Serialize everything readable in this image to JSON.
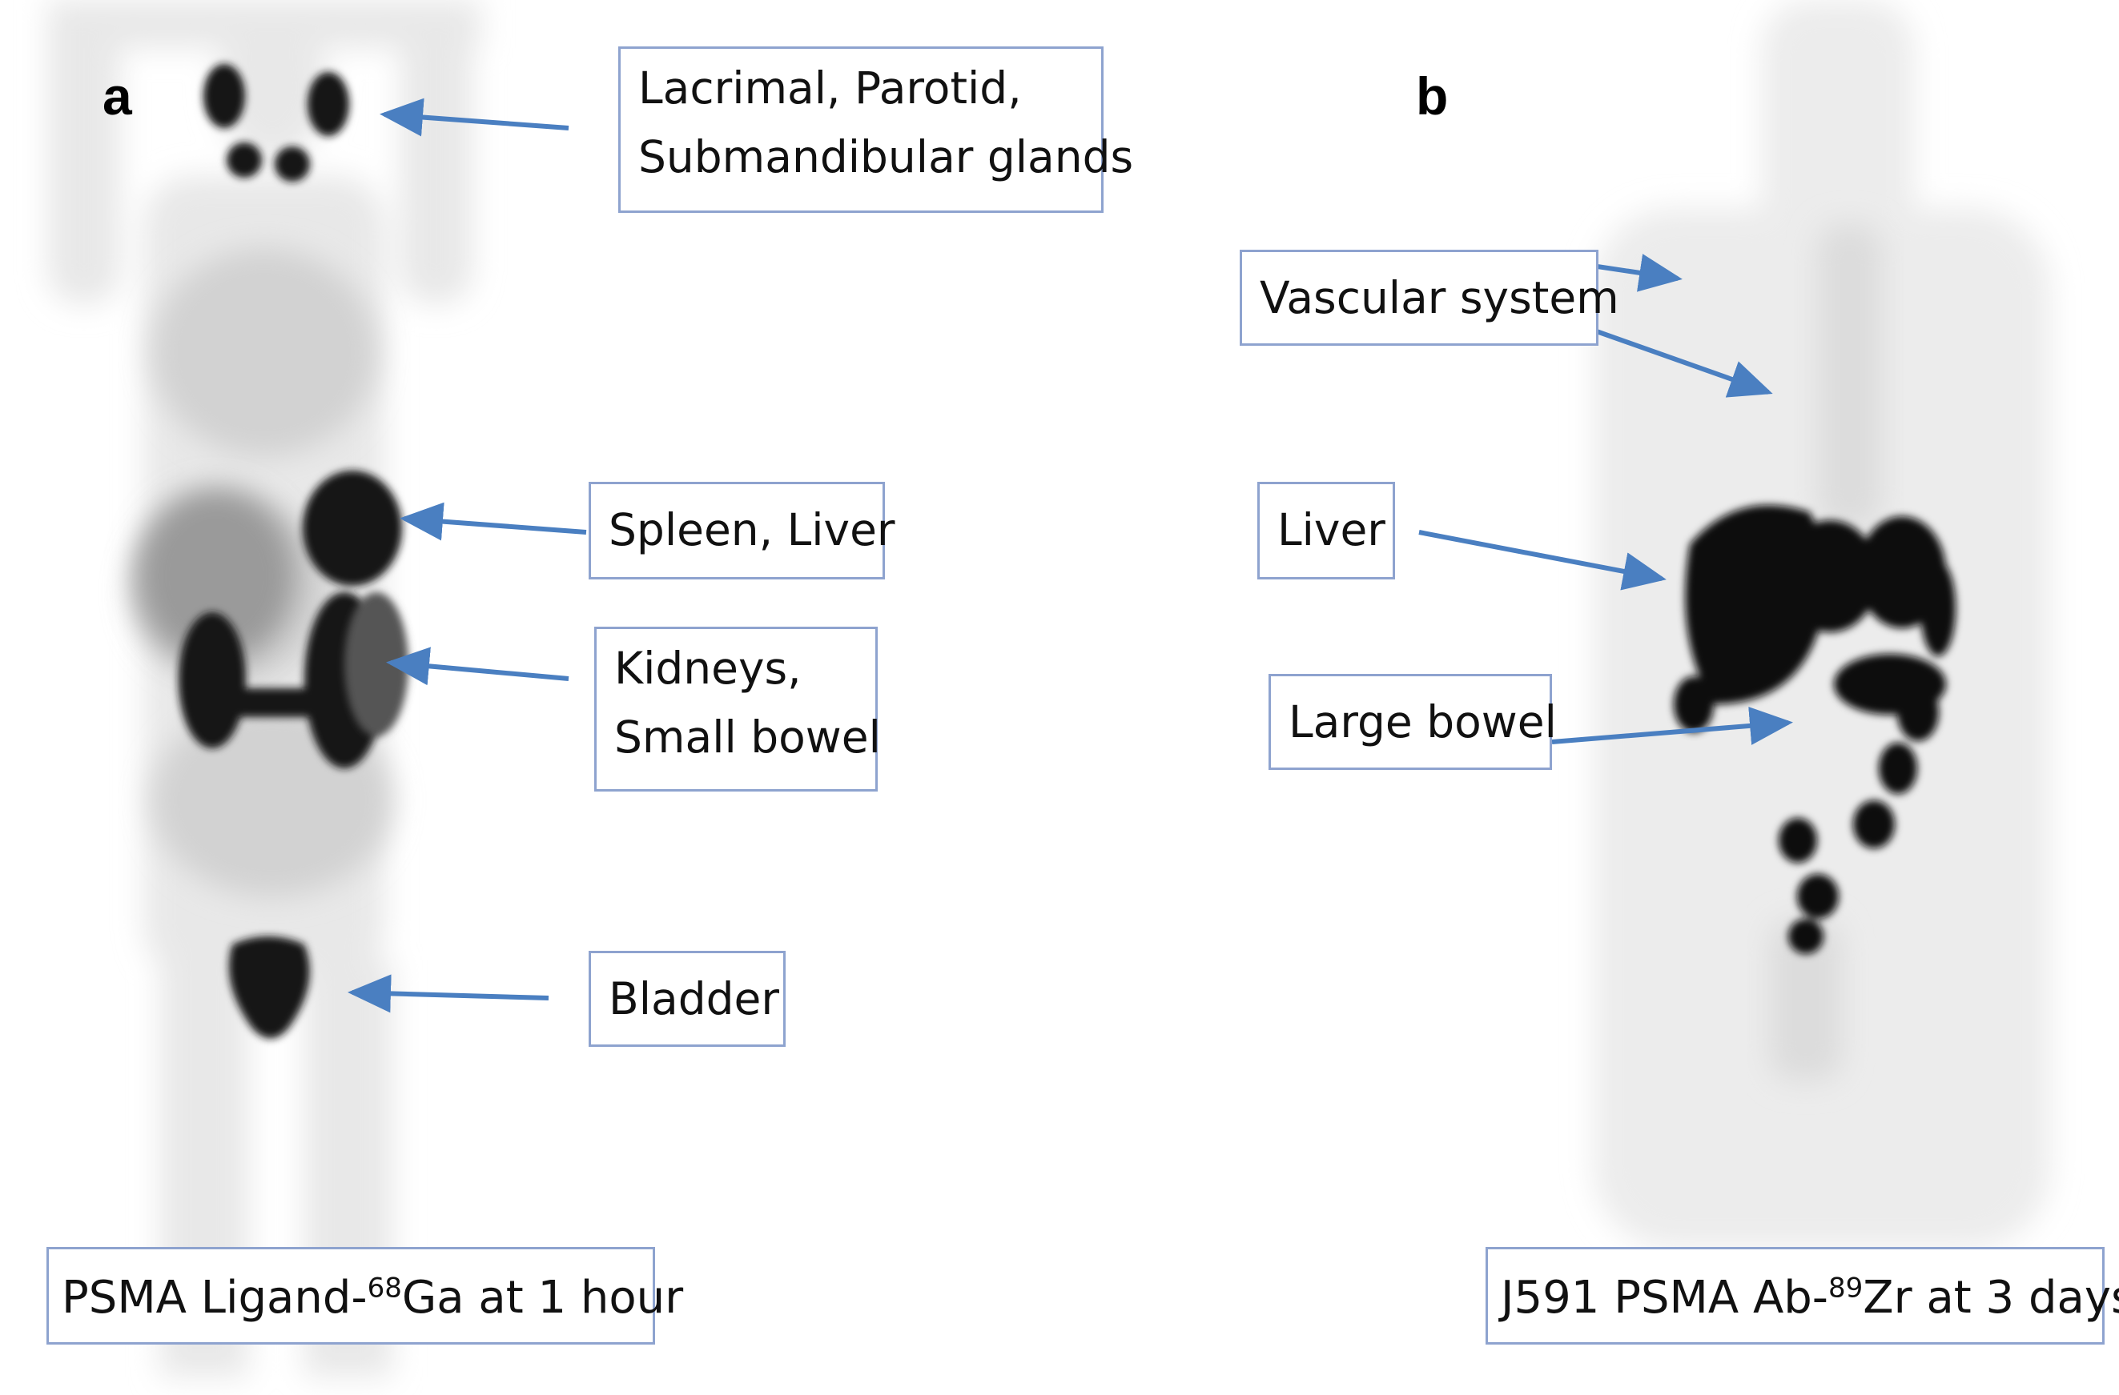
{
  "panel_a": {
    "letter": "a",
    "labels": {
      "glands_line1": "Lacrimal, Parotid,",
      "glands_line2": "Submandibular glands",
      "spleen_liver": "Spleen, Liver",
      "kidneys_line1": "Kidneys,",
      "kidneys_line2": "Small bowel",
      "bladder": "Bladder"
    },
    "caption": {
      "prefix": "PSMA Ligand-",
      "isotope_mass": "68",
      "suffix": "Ga at 1 hour"
    }
  },
  "panel_b": {
    "letter": "b",
    "labels": {
      "vascular": "Vascular system",
      "liver": "Liver",
      "large_bowel": "Large bowel"
    },
    "caption": {
      "prefix": "J591 PSMA Ab-",
      "isotope_mass": "89",
      "suffix": "Zr at 3 days"
    }
  },
  "colors": {
    "arrow": "#4a7fc1",
    "box_border": "#8ea3cf",
    "uptake": "#111111"
  }
}
